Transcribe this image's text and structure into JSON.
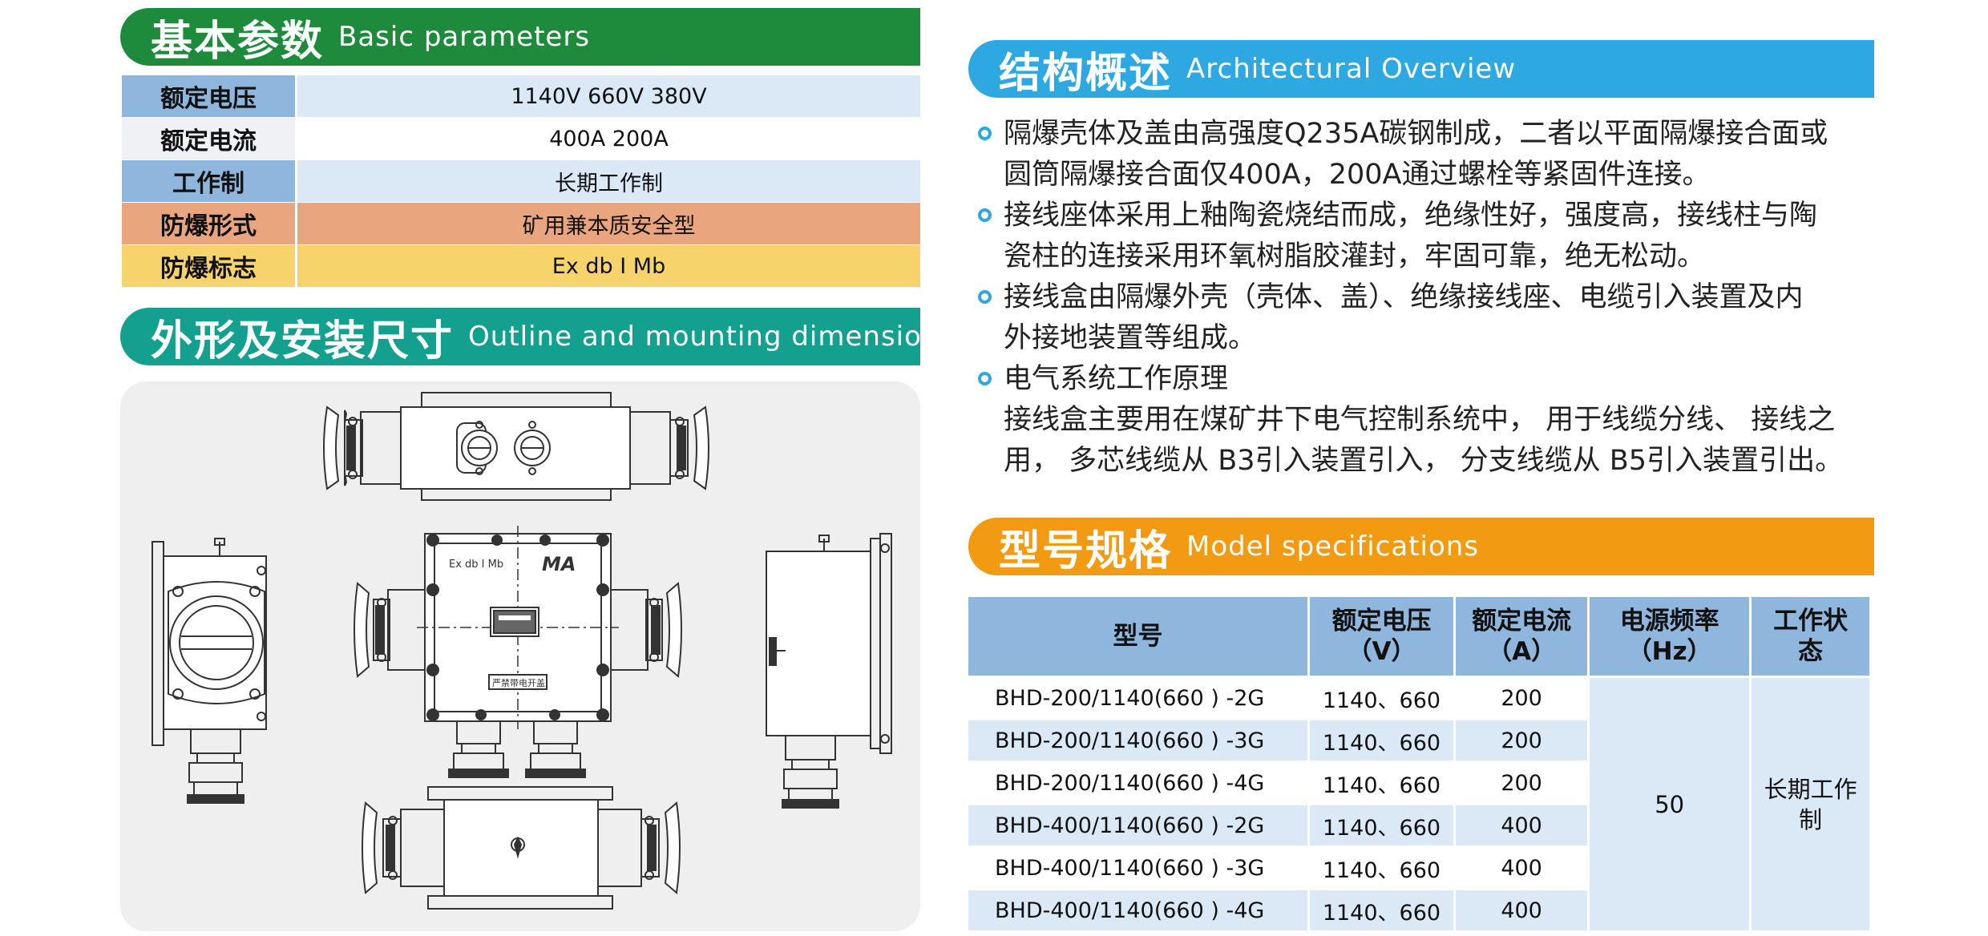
{
  "basic": {
    "title_cn": "基本参数",
    "title_en": "Basic parameters",
    "rows": [
      {
        "label": "额定电压",
        "value": "1140V  660V 380V"
      },
      {
        "label": "额定电流",
        "value": "400A 200A"
      },
      {
        "label": "工作制",
        "value": "长期工作制"
      },
      {
        "label": "防爆形式",
        "value": "矿用兼本质安全型"
      },
      {
        "label": "防爆标志",
        "value": "Ex db I Mb"
      }
    ]
  },
  "outline": {
    "title_cn": "外形及安装尺寸",
    "title_en": "Outline and mounting dimensions",
    "nameplate_mark": "Ex db I Mb",
    "ma_logo": "MA",
    "warning_plate": "严禁带电开盖"
  },
  "architecture": {
    "title_cn": "结构概述",
    "title_en": "Architectural Overview",
    "items": [
      {
        "lines": [
          "隔爆壳体及盖由高强度Q235A碳钢制成，二者以平面隔爆接合面或",
          "圆筒隔爆接合面仅400A，200A通过螺栓等紧固件连接。"
        ]
      },
      {
        "lines": [
          "接线座体采用上釉陶瓷烧结而成，绝缘性好，强度高，接线柱与陶",
          "瓷柱的连接采用环氧树脂胶灌封，牢固可靠，绝无松动。"
        ]
      },
      {
        "lines": [
          "接线盒由隔爆外壳（壳体、盖）、绝缘接线座、电缆引入装置及内",
          "外接地装置等组成。"
        ]
      },
      {
        "lines": [
          "电气系统工作原理",
          "接线盒主要用在煤矿井下电气控制系统中， 用于线缆分线、 接线之",
          "用， 多芯线缆从 B3引入装置引入， 分支线缆从 B5引入装置引出。"
        ]
      }
    ]
  },
  "model": {
    "title_cn": "型号规格",
    "title_en": "Model specifications",
    "headers": {
      "model": "型号",
      "voltage": [
        "额定电压",
        "（V）"
      ],
      "current": [
        "额定电流",
        "（A）"
      ],
      "frequency": [
        "电源频率",
        "（Hz）"
      ],
      "state": [
        "工作状",
        "态"
      ]
    },
    "rows": [
      {
        "model": "BHD-200/1140(660 ) -2G",
        "voltage": "1140、660",
        "current": "200"
      },
      {
        "model": "BHD-200/1140(660 ) -3G",
        "voltage": "1140、660",
        "current": "200"
      },
      {
        "model": "BHD-200/1140(660 ) -4G",
        "voltage": "1140、660",
        "current": "200"
      },
      {
        "model": "BHD-400/1140(660 ) -2G",
        "voltage": "1140、660",
        "current": "400"
      },
      {
        "model": "BHD-400/1140(660 ) -3G",
        "voltage": "1140、660",
        "current": "400"
      },
      {
        "model": "BHD-400/1140(660 ) -4G",
        "voltage": "1140、660",
        "current": "400"
      }
    ],
    "frequency": "50",
    "state": [
      "长期工作",
      "制"
    ]
  },
  "colors": {
    "green": "#1e8a3c",
    "teal": "#13a08f",
    "blue": "#2ea8e0",
    "orange": "#f29a12",
    "table_blue": "#8fb6dd",
    "table_light": "#dbe8f5",
    "row_orange": "#e9a57d",
    "row_yellow": "#f7d36c"
  }
}
